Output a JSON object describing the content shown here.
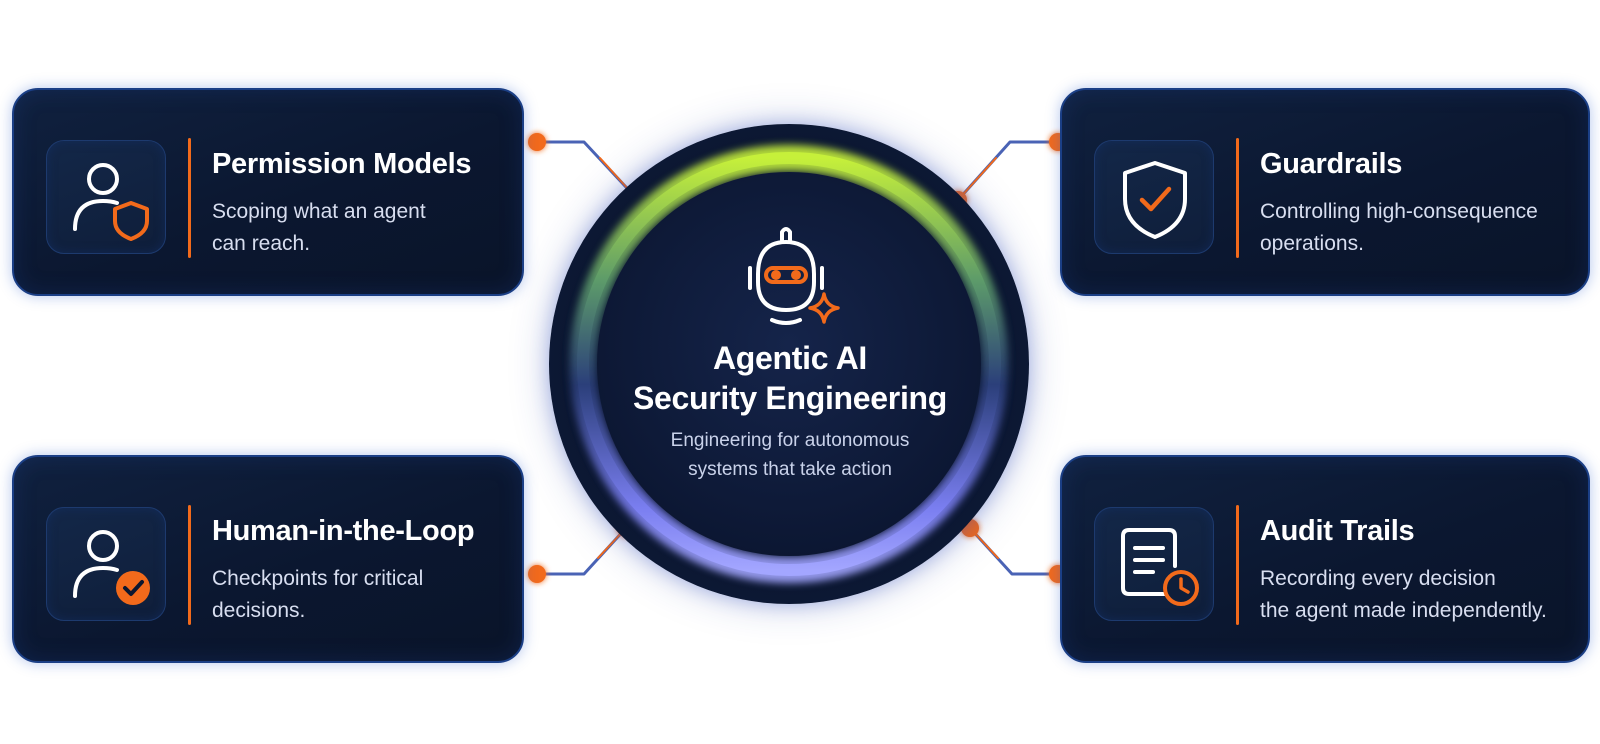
{
  "hub": {
    "title": "Agentic AI Security Engineering",
    "title_line1": "Agentic AI",
    "title_line2": "Security Engineering",
    "subtitle_line1": "Engineering for autonomous",
    "subtitle_line2": "systems that take action",
    "icon": "robot-sparkle-icon"
  },
  "cards": [
    {
      "title": "Permission Models",
      "desc_line1": "Scoping what an agent",
      "desc_line2": "can reach.",
      "icon": "user-shield-icon"
    },
    {
      "title": "Guardrails",
      "desc_line1": "Controlling high-consequence",
      "desc_line2": "operations.",
      "icon": "shield-check-icon"
    },
    {
      "title": "Human-in-the-Loop",
      "desc_line1": "Checkpoints for critical",
      "desc_line2": "decisions.",
      "icon": "user-check-icon"
    },
    {
      "title": "Audit Trails",
      "desc_line1": "Recording every decision",
      "desc_line2": "the agent made independently.",
      "icon": "document-clock-icon"
    }
  ],
  "colors": {
    "accent_orange": "#f26a1b",
    "card_bg": "#0b1730",
    "card_border": "#1b3f86",
    "ring_top": "#c6f03a",
    "ring_bottom": "#8a8cf5",
    "text_primary": "#ffffff",
    "text_secondary": "#d8def0"
  }
}
